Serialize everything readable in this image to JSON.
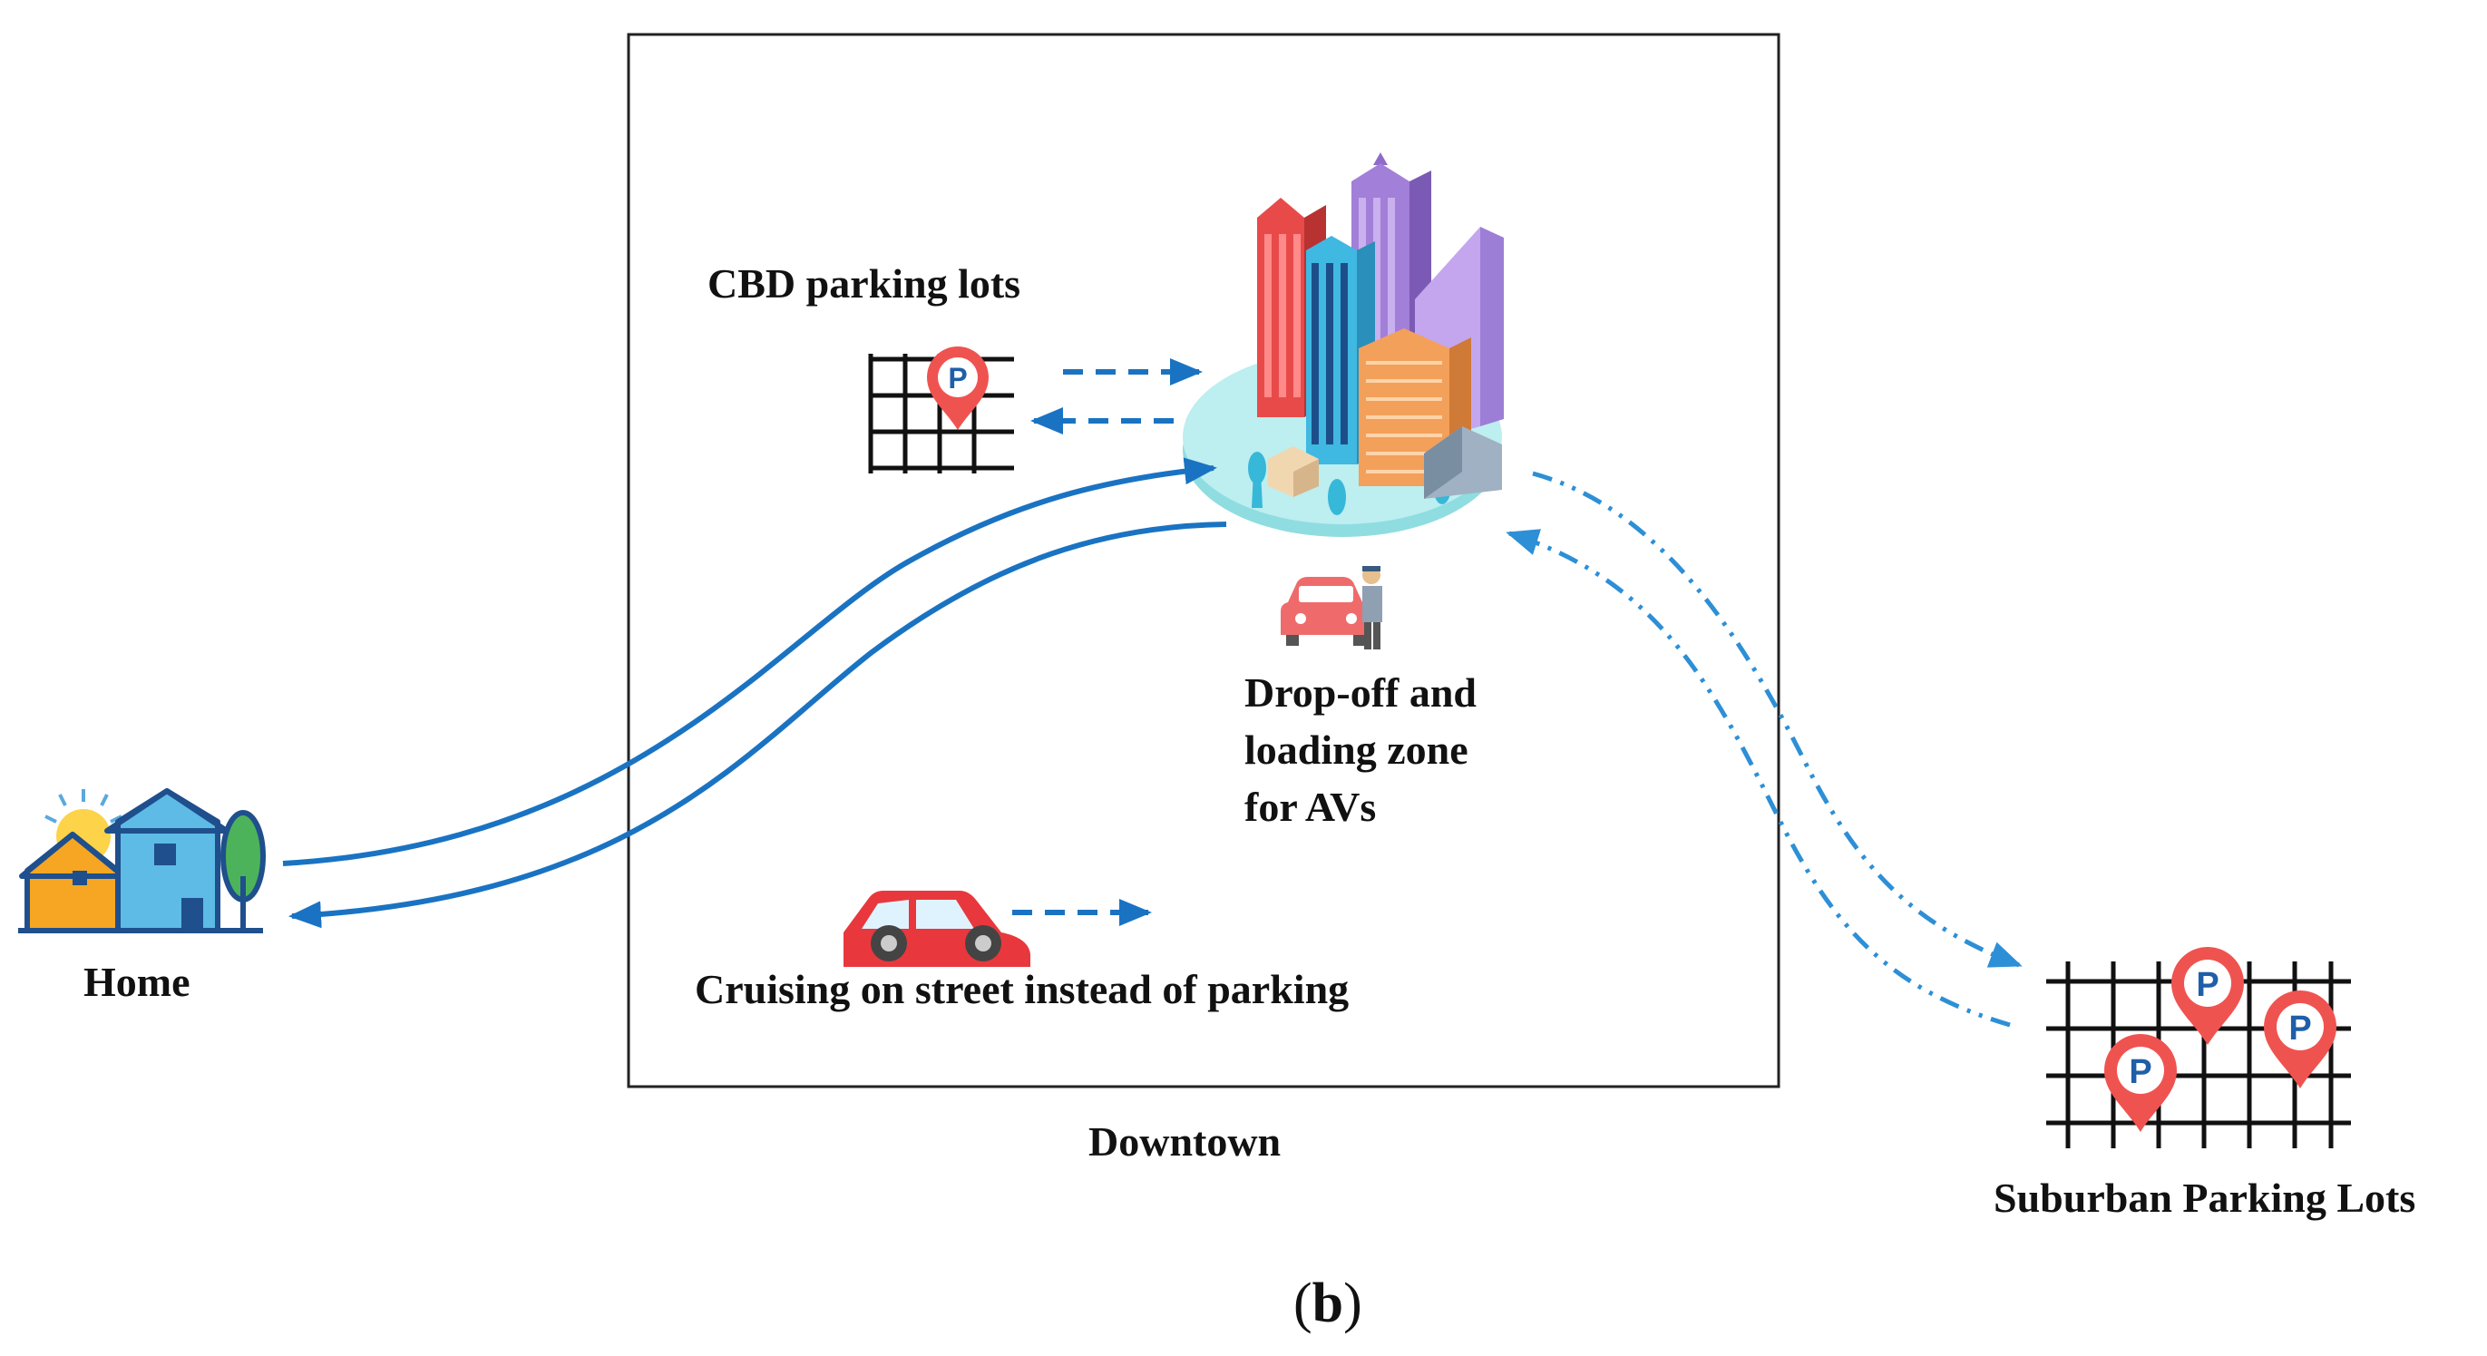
{
  "labels": {
    "cbd_parking": "CBD parking lots",
    "dropoff_line1": "Drop-off and",
    "dropoff_line2": "loading zone",
    "dropoff_line3": "for AVs",
    "home": "Home",
    "cruising": "Cruising on street instead of parking",
    "downtown": "Downtown",
    "suburban": "Suburban Parking Lots",
    "caption_open": "(",
    "caption_letter": "b",
    "caption_close": ")"
  },
  "pin_letter": "P",
  "icons": [
    "city-buildings-icon",
    "house-icon",
    "red-car-icon",
    "person-with-car-icon",
    "parking-grid-icon",
    "parking-pin-icon"
  ],
  "colors": {
    "arrow_blue": "#1a73c2",
    "dashdot_blue": "#2d8fd6",
    "pin_red": "#ef5350",
    "grid_black": "#111111",
    "box_border": "#222222"
  }
}
